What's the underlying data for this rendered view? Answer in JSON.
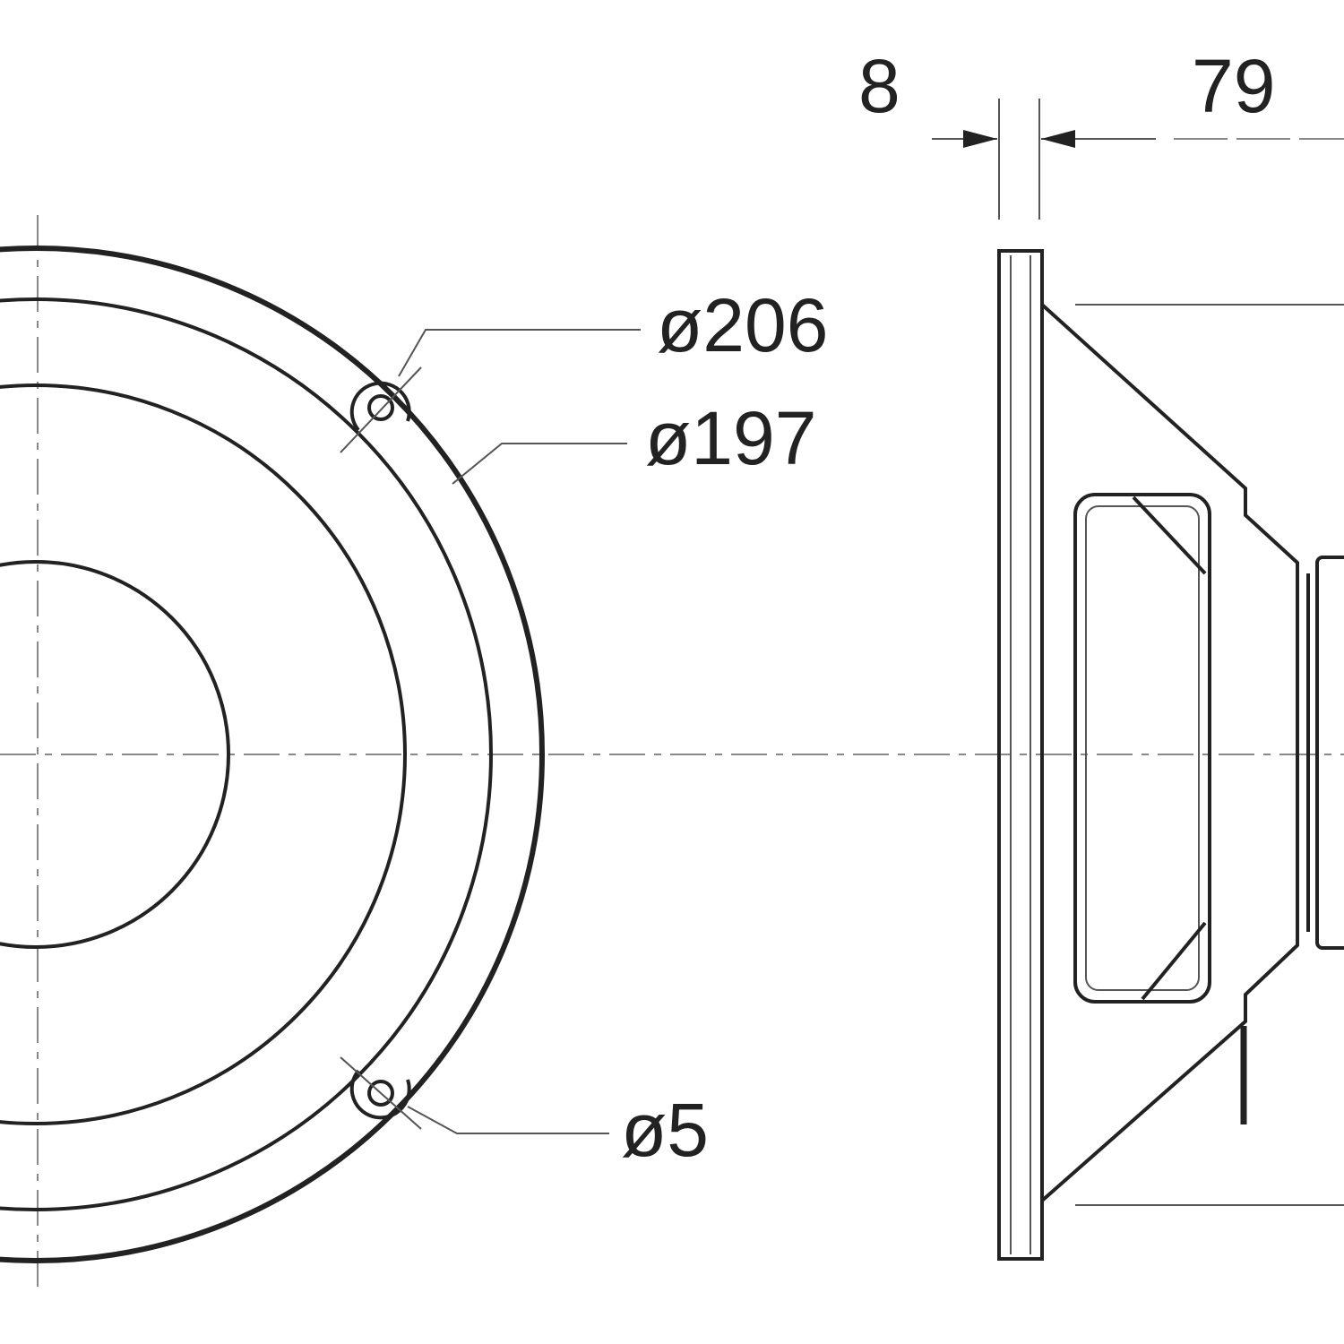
{
  "dimensions": {
    "flange_thickness": "8",
    "depth": "79",
    "outer_diameter": "ø206",
    "cutout_diameter": "ø197",
    "hole_diameter": "ø5"
  }
}
